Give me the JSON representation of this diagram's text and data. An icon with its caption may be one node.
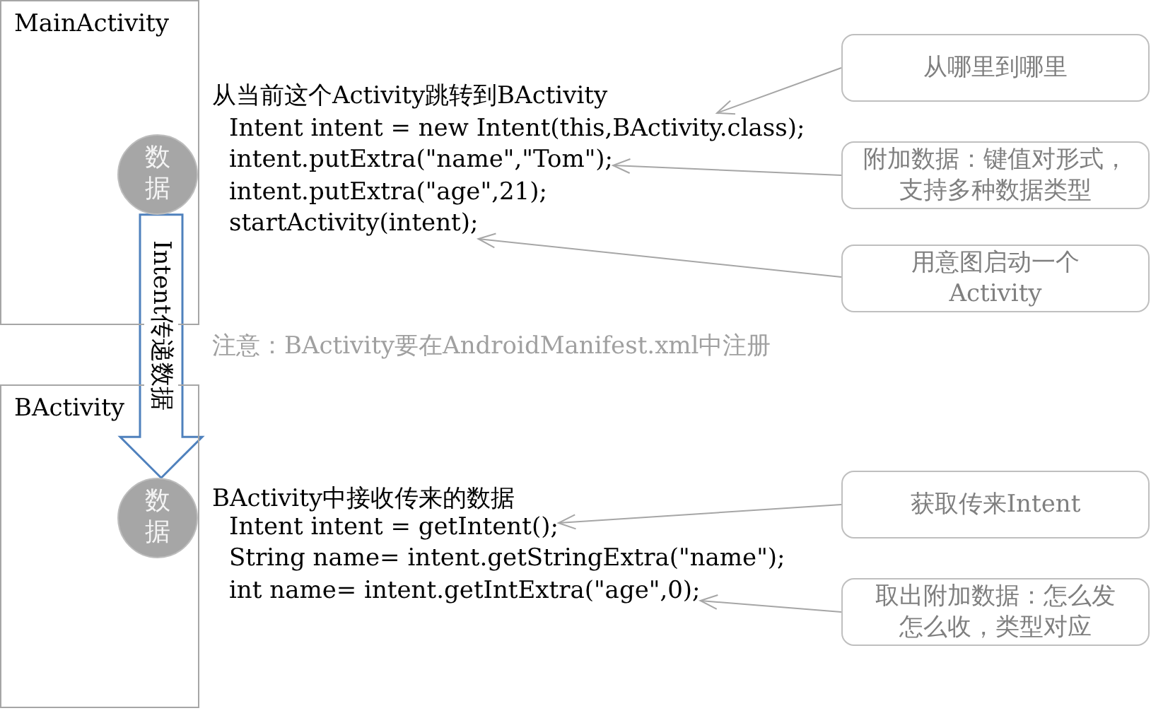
{
  "diagram": {
    "nodes": [
      {
        "text": [
          "MainActivity"
        ]
      },
      {
        "text": [
          "数据"
        ],
        "in": 0
      },
      {
        "text": [
          "从哪里到哪里"
        ]
      },
      {
        "text": [
          "Intent intent = new Intent(this,BActivity.class);"
        ]
      },
      {
        "text": [
          "附加数据：键值对形式，支持多种数据类型"
        ]
      },
      {
        "text": [
          "intent.putExtra(\"name\",\"Tom\");"
        ]
      },
      {
        "text": [
          "startActivity(intent);"
        ]
      },
      {
        "text": [
          "用意图启动一个Activity"
        ]
      },
      {
        "text": [
          "BActivity"
        ]
      },
      {
        "text": [
          "数据"
        ],
        "in": 8
      },
      {
        "text": [
          "获取传来Intent"
        ]
      },
      {
        "text": [
          "Intent intent = getIntent();"
        ]
      },
      {
        "text": [
          "int name= intent.getIntExtra(\"age\",0);"
        ]
      },
      {
        "text": [
          "取出附加数据：怎么发怎么收，类型对应"
        ]
      }
    ],
    "edges": [
      {
        "from": 1,
        "to": 9,
        "arrow": "to",
        "label": "Intent传递数据",
        "style": "thick",
        "color": "#4f81bd"
      },
      {
        "from": 2,
        "to": 3,
        "arrow": "to"
      },
      {
        "from": 4,
        "to": 5,
        "arrow": "to"
      },
      {
        "from": 7,
        "to": 6,
        "arrow": "to"
      },
      {
        "from": 10,
        "to": 11,
        "arrow": "to"
      },
      {
        "from": 13,
        "to": 12,
        "arrow": "to"
      }
    ],
    "labels": [
      "从当前这个Activity跳转到BActivity",
      "intent.putExtra(\"age\",21);",
      "注意：BActivity要在AndroidManifest.xml中注册",
      "BActivity中接收传来的数据",
      "String name= intent.getStringExtra(\"name\");"
    ]
  }
}
